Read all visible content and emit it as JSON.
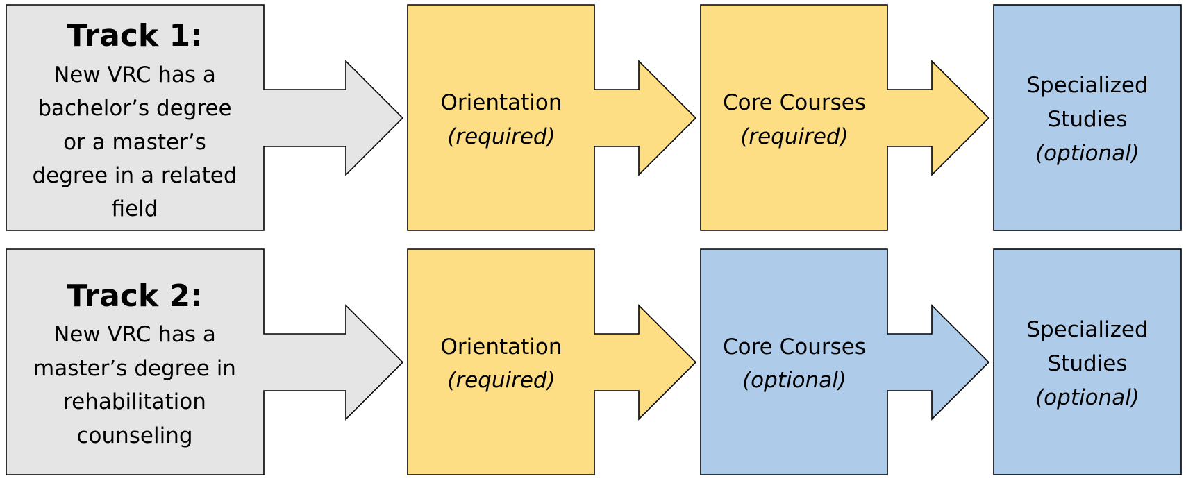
{
  "colors": {
    "gray": "#e6e5e6",
    "yellow": "#fdde85",
    "blue": "#aecce9",
    "stroke": "#000000"
  },
  "tracks": [
    {
      "title": "Track 1:",
      "description_lines": [
        "New VRC has a",
        "bachelor’s degree",
        "or a master’s",
        "degree in a related",
        "field"
      ],
      "steps": [
        {
          "lines": [
            "Orientation"
          ],
          "status": "(required)",
          "color": "yellow"
        },
        {
          "lines": [
            "Core Courses"
          ],
          "status": "(required)",
          "color": "yellow"
        },
        {
          "lines": [
            "Specialized",
            "Studies"
          ],
          "status": "(optional)",
          "color": "blue"
        }
      ]
    },
    {
      "title": "Track 2:",
      "description_lines": [
        "New VRC has a",
        "master’s degree in",
        "rehabilitation",
        "counseling"
      ],
      "steps": [
        {
          "lines": [
            "Orientation"
          ],
          "status": "(required)",
          "color": "yellow"
        },
        {
          "lines": [
            "Core Courses"
          ],
          "status": "(optional)",
          "color": "blue"
        },
        {
          "lines": [
            "Specialized",
            "Studies"
          ],
          "status": "(optional)",
          "color": "blue"
        }
      ]
    }
  ]
}
